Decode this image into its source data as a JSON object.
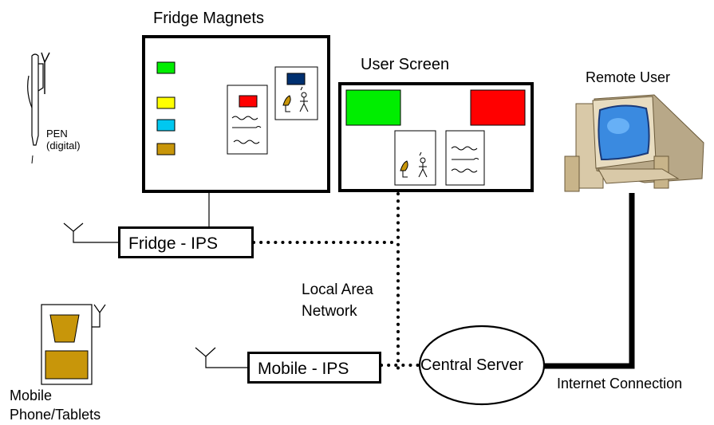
{
  "labels": {
    "fridge_magnets": "Fridge Magnets",
    "user_screen": "User Screen",
    "remote_user": "Remote User",
    "pen_line1": "PEN",
    "pen_line2": "(digital)",
    "fridge_ips": "Fridge - IPS",
    "mobile_ips": "Mobile - IPS",
    "central_server": "Central Server",
    "lan_line1": "Local Area",
    "lan_line2": "Network",
    "internet": "Internet Connection",
    "mobile_line1": "Mobile",
    "mobile_line2": "Phone/Tablets"
  },
  "colors": {
    "green": "#00ee00",
    "yellow": "#ffff00",
    "cyan": "#00c8f0",
    "gold": "#c8960a",
    "red": "#ff0000",
    "navy": "#003070",
    "line": "#000000"
  }
}
